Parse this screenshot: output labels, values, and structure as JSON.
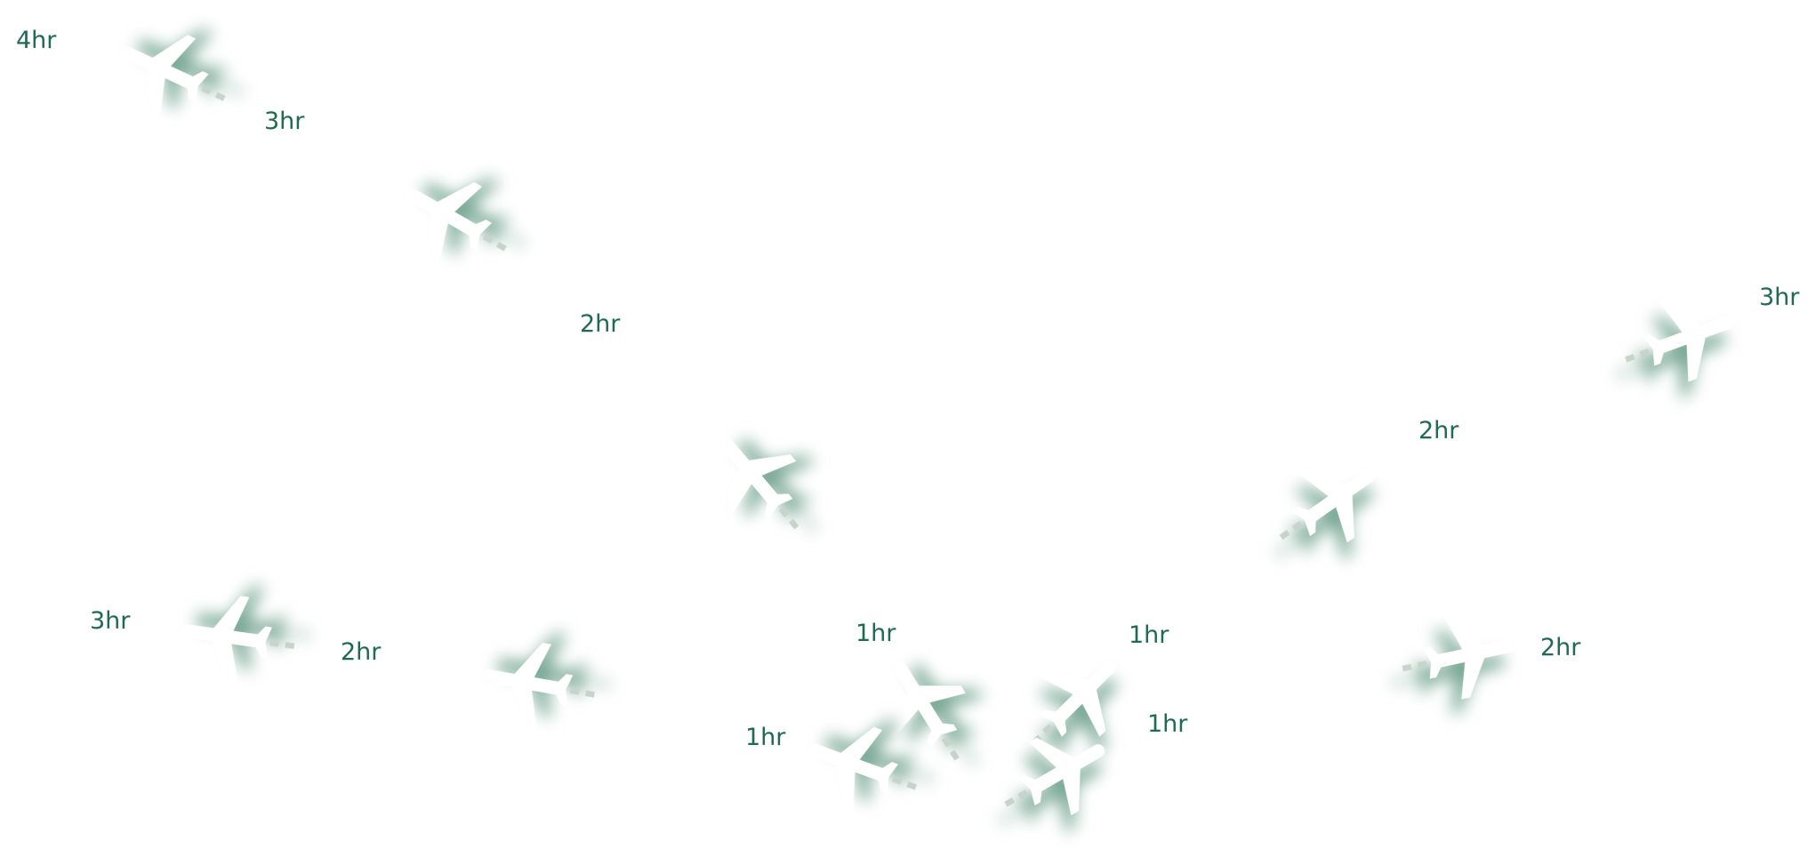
{
  "labels": [
    "4hr",
    "3hr",
    "2hr",
    "3hr",
    "2hr",
    "3hr",
    "2hr",
    "1hr",
    "1hr",
    "1hr",
    "1hr",
    "2hr"
  ],
  "colors": {
    "label": "#1f6b4f",
    "plane": "#ffffff",
    "shadow": "#287355"
  },
  "icon": "airplane-icon"
}
